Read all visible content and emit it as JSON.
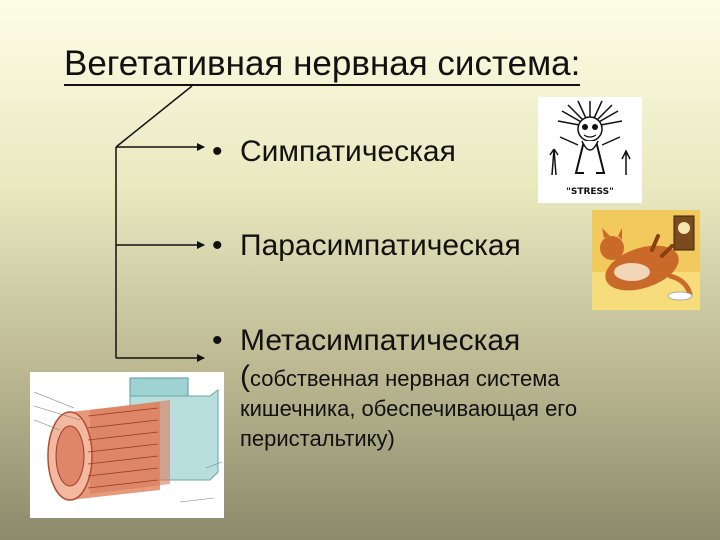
{
  "slide": {
    "title": "Вегетативная нервная система:",
    "bullet_symbol": "•",
    "items": [
      {
        "label": "Симпатическая"
      },
      {
        "label": "Парасимпатическая"
      },
      {
        "label": "Метасимпатическая"
      }
    ],
    "note": {
      "open_paren": "(",
      "text": "собственная нервная система кишечника, обеспечивающая его перистальтику)"
    }
  },
  "images": {
    "stress": {
      "caption": "\"STRESS\""
    }
  },
  "colors": {
    "text": "#111111",
    "background_top": "#fdfde6",
    "background_bottom": "#8d8a6c"
  }
}
